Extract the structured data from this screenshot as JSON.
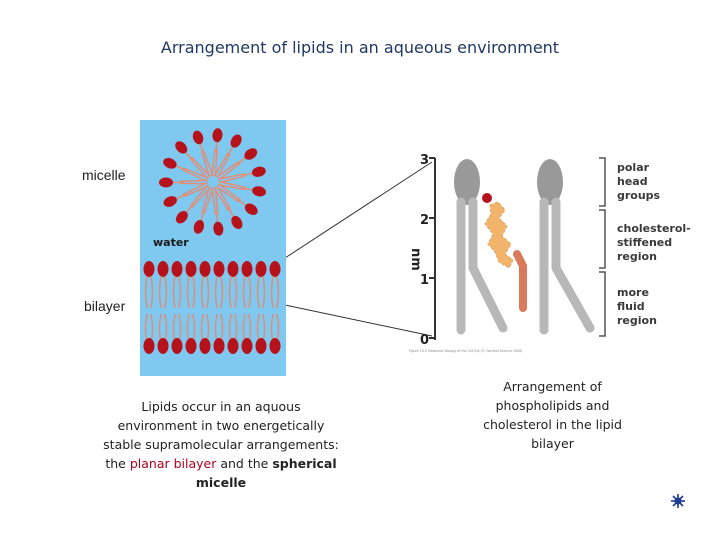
{
  "title": "Arrangement of lipids in an aqueous environment",
  "labels": {
    "micelle": "micelle",
    "bilayer": "bilayer",
    "water": "water"
  },
  "left_caption": {
    "part1": "Lipids occur in an aquous environment in two energetically stable supramolecular arrangements: the ",
    "planar": "planar bilayer",
    "part2": " and the ",
    "spherical": "spherical micelle"
  },
  "right_caption": "Arrangement of phospholipids and cholesterol in the lipid bilayer",
  "figure": {
    "axis_unit": "nm",
    "ticks": [
      "3",
      "2",
      "1",
      "0"
    ],
    "regions": [
      [
        "polar",
        "head",
        "groups"
      ],
      [
        "cholesterol-",
        "stiffened",
        "region"
      ],
      [
        "more",
        "fluid",
        "region"
      ]
    ],
    "credit": "Figure 10-5 Molecular Biology of the Cell 5/e (© Garland Science 2008)"
  },
  "colors": {
    "water": "#7fc8f0",
    "head": "#b5121b",
    "tail": "#e98a6e",
    "phospholipid": "#9a9a9a",
    "cholesterol_ring": "#f2b36a",
    "cholesterol_tail": "#d97a5c",
    "title": "#1f3864"
  },
  "nav_icon": "sunburst-icon"
}
